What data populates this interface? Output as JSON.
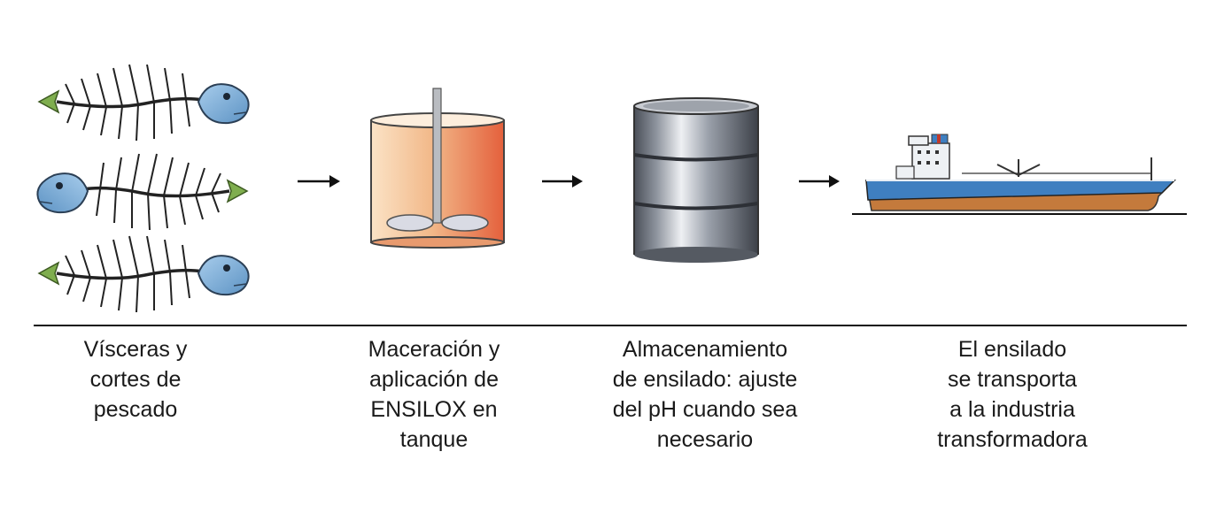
{
  "steps": [
    {
      "icon": "fish-skeletons-icon",
      "lines": [
        "Vísceras y",
        "cortes de",
        "pescado"
      ]
    },
    {
      "icon": "mixing-tank-icon",
      "lines": [
        "Maceración y",
        "aplicación de",
        "ENSILOX en",
        "tanque"
      ]
    },
    {
      "icon": "steel-drum-icon",
      "lines": [
        "Almacenamiento",
        "de ensilado: ajuste",
        "del pH cuando sea",
        "necesario"
      ]
    },
    {
      "icon": "tanker-ship-icon",
      "lines": [
        "El ensilado",
        "se transporta",
        "a la industria",
        "transformadora"
      ]
    }
  ],
  "colors": {
    "fish_head": "#7fb0d8",
    "fish_tail": "#7fae4e",
    "tank_left": "#f6d8b4",
    "tank_right": "#e8704a",
    "drum": "#8a8f98",
    "hull_upper": "#3f7fc0",
    "hull_lower": "#c47a3c"
  }
}
